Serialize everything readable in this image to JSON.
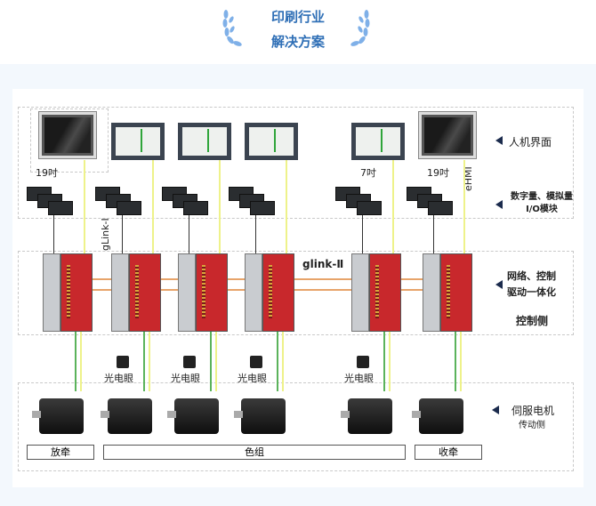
{
  "header": {
    "title_line1": "印刷行业",
    "title_line2": "解决方案",
    "accent": "#2f6fb6"
  },
  "diagram": {
    "hmi_labels": {
      "big1": "19吋",
      "small7": "7吋",
      "big2": "19吋",
      "ehmi": "eHMI"
    },
    "network_labels": {
      "glink1": "gLink-Ⅰ",
      "glink2": "glink-Ⅱ"
    },
    "sensor_label": "光电眼",
    "side_labels": {
      "hmi": "人机界面",
      "io_line1": "数字量、模拟量",
      "io_line2": "I/O模块",
      "ctrl_line1": "网络、控制",
      "ctrl_line2": "驱动一体化",
      "ctrl_side": "控制侧",
      "motor": "伺服电机",
      "motor_side": "传动侧"
    },
    "groups": {
      "unwind": "放牵",
      "color": "色组",
      "rewind": "收牵"
    }
  }
}
